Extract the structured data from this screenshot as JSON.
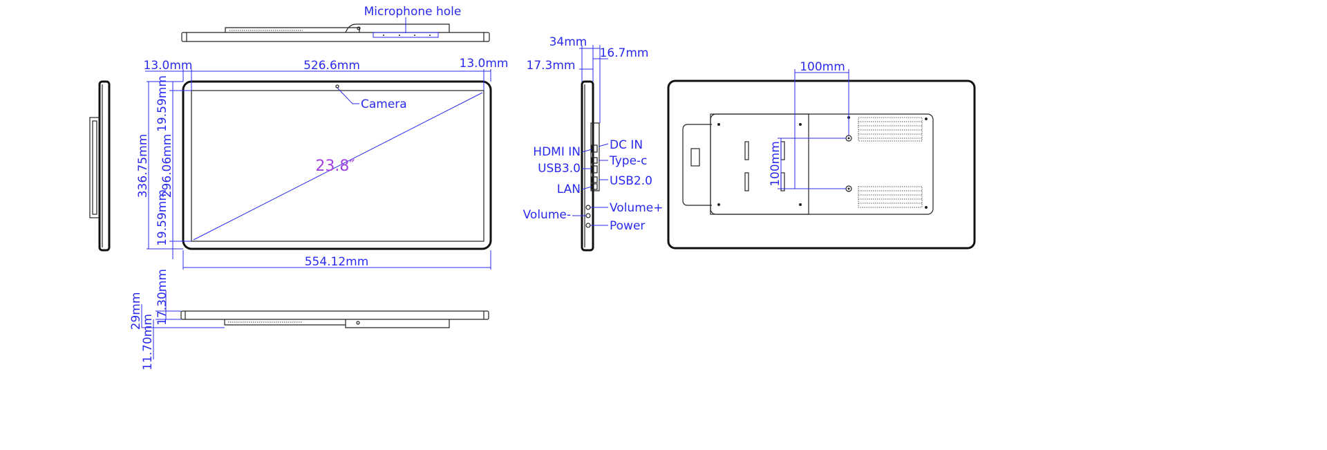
{
  "labels": {
    "microphone_hole": "Microphone hole",
    "camera": "Camera",
    "diagonal": "23.8″",
    "bezel_left": "13.0mm",
    "active_width": "526.6mm",
    "bezel_right": "13.0mm",
    "total_width": "554.12mm",
    "total_height": "336.75mm",
    "bezel_top": "19.59mm",
    "active_height": "296.06mm",
    "bezel_bottom": "19.59mm",
    "body_thickness": "17.30mm",
    "total_depth": "29mm",
    "bracket_depth": "11.70mm",
    "side_depth": "34mm",
    "side_body": "16.7mm",
    "side_bracket": "17.3mm",
    "vesa_h": "100mm",
    "vesa_v": "100mm"
  },
  "ports": {
    "hdmi_in": "HDMI IN",
    "usb30": "USB3.0",
    "lan": "LAN",
    "volume_minus": "Volume-",
    "dc_in": "DC IN",
    "type_c": "Type-c",
    "usb20": "USB2.0",
    "volume_plus": "Volume+",
    "power": "Power"
  },
  "colors": {
    "dimension": "#2a2aee",
    "diagonal": "#a040e0",
    "outline": "#222222"
  }
}
